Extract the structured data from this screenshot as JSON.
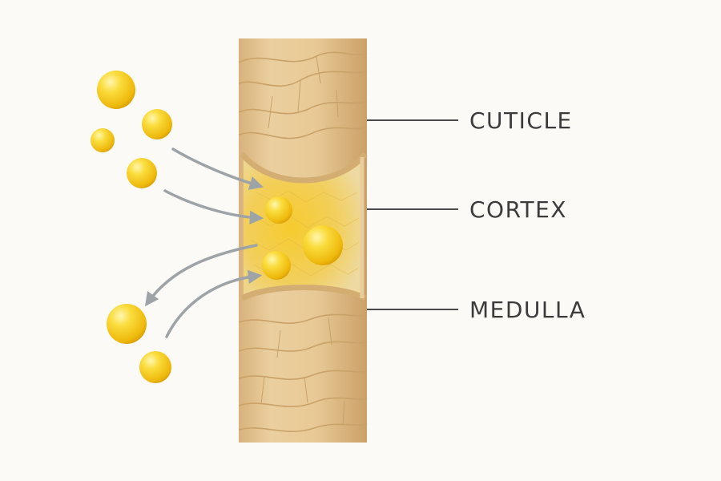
{
  "labels": {
    "cuticle": "CUTICLE",
    "cortex": "CORTEX",
    "medulla": "MEDULLA"
  },
  "colors": {
    "background": "#fbfaf7",
    "hair": "#e6c48f",
    "hair_shadow": "#c9a26a",
    "cortex_glow": "#f3c531",
    "oil_drop": "#f5cf1f",
    "arrow": "#9ea3a8",
    "leader_line": "#4a4a4a",
    "label_text": "#3b3b3b"
  },
  "icons": {
    "oil_drop": "oil-droplet-icon",
    "flow_arrow": "arrow-icon"
  }
}
